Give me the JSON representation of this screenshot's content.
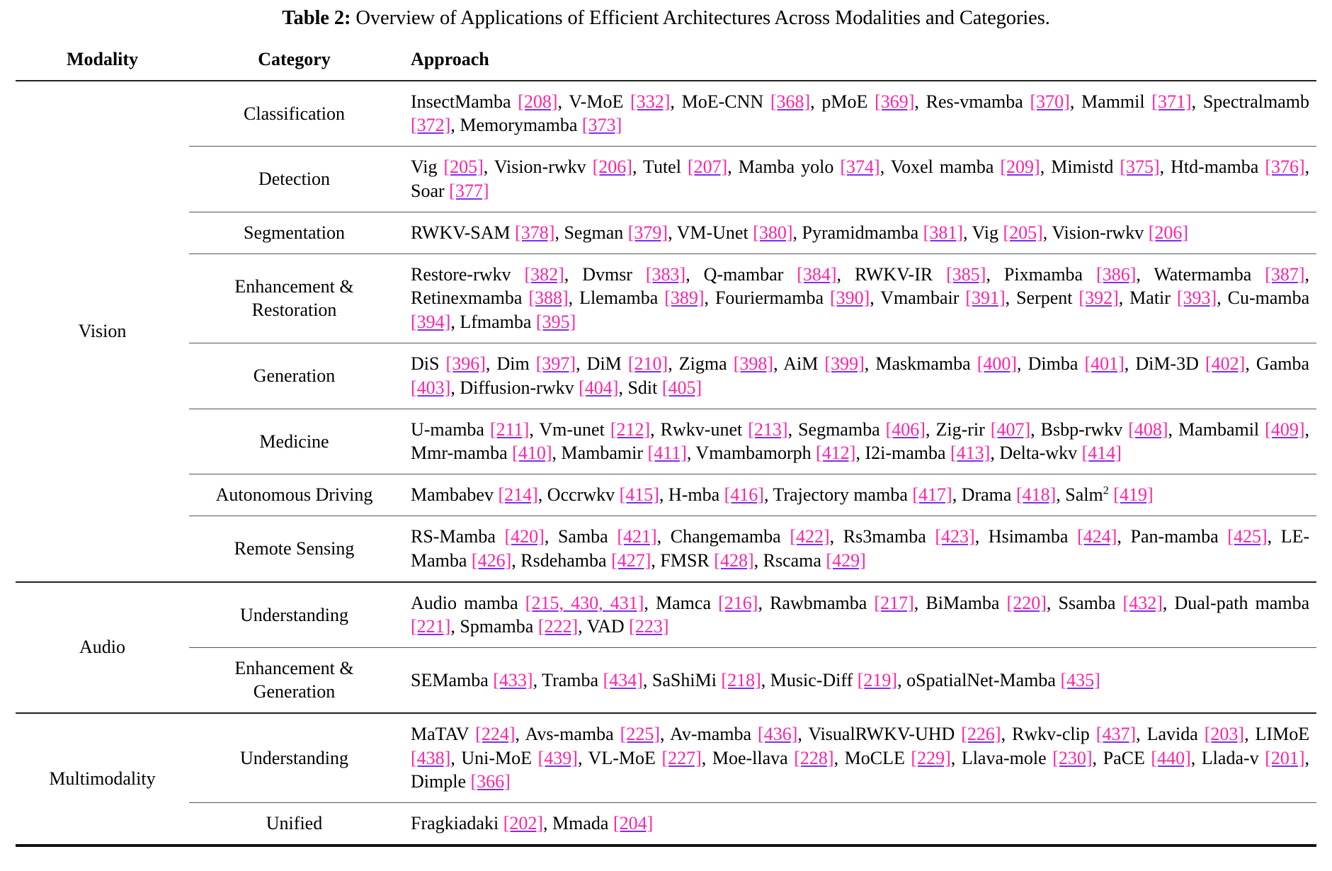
{
  "caption": {
    "label": "Table 2:",
    "text": " Overview of Applications of Efficient Architectures Across Modalities and Categories."
  },
  "colors": {
    "citation": "#ff22a8",
    "citation_underline": "#7b2ff7",
    "text": "#000000",
    "rule": "#111111",
    "background": "#ffffff"
  },
  "header": {
    "modality": "Modality",
    "category": "Category",
    "approach": "Approach"
  },
  "rows": [
    {
      "modality": "Vision",
      "modality_rowspan": 8,
      "category": "Classification",
      "approach_items": [
        {
          "name": "InsectMamba",
          "cites": [
            "208"
          ]
        },
        {
          "name": "V-MoE",
          "cites": [
            "332"
          ]
        },
        {
          "name": "MoE-CNN",
          "cites": [
            "368"
          ]
        },
        {
          "name": "pMoE",
          "cites": [
            "369"
          ]
        },
        {
          "name": "Res-vmamba",
          "cites": [
            "370"
          ]
        },
        {
          "name": "Mammil",
          "cites": [
            "371"
          ]
        },
        {
          "name": "Spectralmamb",
          "cites": [
            "372"
          ]
        },
        {
          "name": "Memorymamba",
          "cites": [
            "373"
          ]
        }
      ]
    },
    {
      "category": "Detection",
      "approach_items": [
        {
          "name": "Vig",
          "cites": [
            "205"
          ]
        },
        {
          "name": "Vision-rwkv",
          "cites": [
            "206"
          ]
        },
        {
          "name": "Tutel",
          "cites": [
            "207"
          ]
        },
        {
          "name": "Mamba yolo",
          "cites": [
            "374"
          ]
        },
        {
          "name": "Voxel mamba",
          "cites": [
            "209"
          ]
        },
        {
          "name": "Mimistd",
          "cites": [
            "375"
          ]
        },
        {
          "name": "Htd-mamba",
          "cites": [
            "376"
          ]
        },
        {
          "name": "Soar",
          "cites": [
            "377"
          ]
        }
      ]
    },
    {
      "category": "Segmentation",
      "approach_items": [
        {
          "name": "RWKV-SAM",
          "cites": [
            "378"
          ]
        },
        {
          "name": "Segman",
          "cites": [
            "379"
          ]
        },
        {
          "name": "VM-Unet",
          "cites": [
            "380"
          ]
        },
        {
          "name": "Pyramidmamba",
          "cites": [
            "381"
          ]
        },
        {
          "name": "Vig",
          "cites": [
            "205"
          ]
        },
        {
          "name": "Vision-rwkv",
          "cites": [
            "206"
          ]
        }
      ]
    },
    {
      "category": "Enhancement & Restoration",
      "approach_items": [
        {
          "name": "Restore-rwkv",
          "cites": [
            "382"
          ]
        },
        {
          "name": "Dvmsr",
          "cites": [
            "383"
          ]
        },
        {
          "name": "Q-mambar",
          "cites": [
            "384"
          ]
        },
        {
          "name": "RWKV-IR",
          "cites": [
            "385"
          ]
        },
        {
          "name": "Pixmamba",
          "cites": [
            "386"
          ]
        },
        {
          "name": "Watermamba",
          "cites": [
            "387"
          ]
        },
        {
          "name": "Retinexmamba",
          "cites": [
            "388"
          ]
        },
        {
          "name": "Llemamba",
          "cites": [
            "389"
          ]
        },
        {
          "name": "Fouriermamba",
          "cites": [
            "390"
          ]
        },
        {
          "name": "Vmambair",
          "cites": [
            "391"
          ]
        },
        {
          "name": "Serpent",
          "cites": [
            "392"
          ]
        },
        {
          "name": "Matir",
          "cites": [
            "393"
          ]
        },
        {
          "name": "Cu-mamba",
          "cites": [
            "394"
          ]
        },
        {
          "name": "Lfmamba",
          "cites": [
            "395"
          ]
        }
      ]
    },
    {
      "category": "Generation",
      "approach_items": [
        {
          "name": "DiS",
          "cites": [
            "396"
          ]
        },
        {
          "name": "Dim",
          "cites": [
            "397"
          ]
        },
        {
          "name": "DiM",
          "cites": [
            "210"
          ]
        },
        {
          "name": "Zigma",
          "cites": [
            "398"
          ]
        },
        {
          "name": "AiM",
          "cites": [
            "399"
          ]
        },
        {
          "name": "Maskmamba",
          "cites": [
            "400"
          ]
        },
        {
          "name": "Dimba",
          "cites": [
            "401"
          ]
        },
        {
          "name": "DiM-3D",
          "cites": [
            "402"
          ]
        },
        {
          "name": "Gamba",
          "cites": [
            "403"
          ]
        },
        {
          "name": "Diffusion-rwkv",
          "cites": [
            "404"
          ]
        },
        {
          "name": "Sdit",
          "cites": [
            "405"
          ]
        }
      ]
    },
    {
      "category": "Medicine",
      "approach_items": [
        {
          "name": "U-mamba",
          "cites": [
            "211"
          ]
        },
        {
          "name": "Vm-unet",
          "cites": [
            "212"
          ]
        },
        {
          "name": "Rwkv-unet",
          "cites": [
            "213"
          ]
        },
        {
          "name": "Segmamba",
          "cites": [
            "406"
          ]
        },
        {
          "name": "Zig-rir",
          "cites": [
            "407"
          ]
        },
        {
          "name": "Bsbp-rwkv",
          "cites": [
            "408"
          ]
        },
        {
          "name": "Mambamil",
          "cites": [
            "409"
          ]
        },
        {
          "name": "Mmr-mamba",
          "cites": [
            "410"
          ]
        },
        {
          "name": "Mambamir",
          "cites": [
            "411"
          ]
        },
        {
          "name": "Vmambamorph",
          "cites": [
            "412"
          ]
        },
        {
          "name": "I2i-mamba",
          "cites": [
            "413"
          ]
        },
        {
          "name": "Delta-wkv",
          "cites": [
            "414"
          ]
        }
      ]
    },
    {
      "category": "Autonomous Driving",
      "approach_items": [
        {
          "name": "Mambabev",
          "cites": [
            "214"
          ]
        },
        {
          "name": "Occrwkv",
          "cites": [
            "415"
          ]
        },
        {
          "name": "H-mba",
          "cites": [
            "416"
          ]
        },
        {
          "name": "Trajectory mamba",
          "cites": [
            "417"
          ]
        },
        {
          "name": "Drama",
          "cites": [
            "418"
          ]
        },
        {
          "name": "Salm2",
          "cites": [
            "419"
          ]
        }
      ]
    },
    {
      "category": "Remote Sensing",
      "approach_items": [
        {
          "name": "RS-Mamba",
          "cites": [
            "420"
          ]
        },
        {
          "name": "Samba",
          "cites": [
            "421"
          ]
        },
        {
          "name": "Changemamba",
          "cites": [
            "422"
          ]
        },
        {
          "name": "Rs3mamba",
          "cites": [
            "423"
          ]
        },
        {
          "name": "Hsimamba",
          "cites": [
            "424"
          ]
        },
        {
          "name": "Pan-mamba",
          "cites": [
            "425"
          ]
        },
        {
          "name": "LE-Mamba",
          "cites": [
            "426"
          ]
        },
        {
          "name": "Rsdehamba",
          "cites": [
            "427"
          ]
        },
        {
          "name": "FMSR",
          "cites": [
            "428"
          ]
        },
        {
          "name": "Rscama",
          "cites": [
            "429"
          ]
        }
      ]
    },
    {
      "modality": "Audio",
      "modality_rowspan": 2,
      "category": "Understanding",
      "approach_items": [
        {
          "name": "Audio mamba",
          "cites": [
            "215",
            "430",
            "431"
          ]
        },
        {
          "name": "Mamca",
          "cites": [
            "216"
          ]
        },
        {
          "name": "Rawbmamba",
          "cites": [
            "217"
          ]
        },
        {
          "name": "BiMamba",
          "cites": [
            "220"
          ]
        },
        {
          "name": "Ssamba",
          "cites": [
            "432"
          ]
        },
        {
          "name": "Dual-path mamba",
          "cites": [
            "221"
          ]
        },
        {
          "name": "Spmamba",
          "cites": [
            "222"
          ]
        },
        {
          "name": "VAD",
          "cites": [
            "223"
          ]
        }
      ]
    },
    {
      "category": "Enhancement & Generation",
      "approach_items": [
        {
          "name": "SEMamba",
          "cites": [
            "433"
          ]
        },
        {
          "name": "Tramba",
          "cites": [
            "434"
          ]
        },
        {
          "name": "SaShiMi",
          "cites": [
            "218"
          ]
        },
        {
          "name": "Music-Diff",
          "cites": [
            "219"
          ]
        },
        {
          "name": "oSpatialNet-Mamba",
          "cites": [
            "435"
          ]
        }
      ]
    },
    {
      "modality": "Multimodality",
      "modality_rowspan": 2,
      "category": "Understanding",
      "approach_items": [
        {
          "name": "MaTAV",
          "cites": [
            "224"
          ]
        },
        {
          "name": "Avs-mamba",
          "cites": [
            "225"
          ]
        },
        {
          "name": "Av-mamba",
          "cites": [
            "436"
          ]
        },
        {
          "name": "VisualRWKV-UHD",
          "cites": [
            "226"
          ]
        },
        {
          "name": "Rwkv-clip",
          "cites": [
            "437"
          ]
        },
        {
          "name": "Lavida",
          "cites": [
            "203"
          ]
        },
        {
          "name": "LIMoE",
          "cites": [
            "438"
          ]
        },
        {
          "name": "Uni-MoE",
          "cites": [
            "439"
          ]
        },
        {
          "name": "VL-MoE",
          "cites": [
            "227"
          ]
        },
        {
          "name": "Moe-llava",
          "cites": [
            "228"
          ]
        },
        {
          "name": "MoCLE",
          "cites": [
            "229"
          ]
        },
        {
          "name": "Llava-mole",
          "cites": [
            "230"
          ]
        },
        {
          "name": "PaCE",
          "cites": [
            "440"
          ]
        },
        {
          "name": "Llada-v",
          "cites": [
            "201"
          ]
        },
        {
          "name": "Dimple",
          "cites": [
            "366"
          ]
        }
      ]
    },
    {
      "category": "Unified",
      "approach_items": [
        {
          "name": "Fragkiadaki",
          "cites": [
            "202"
          ]
        },
        {
          "name": "Mmada",
          "cites": [
            "204"
          ]
        }
      ]
    }
  ]
}
